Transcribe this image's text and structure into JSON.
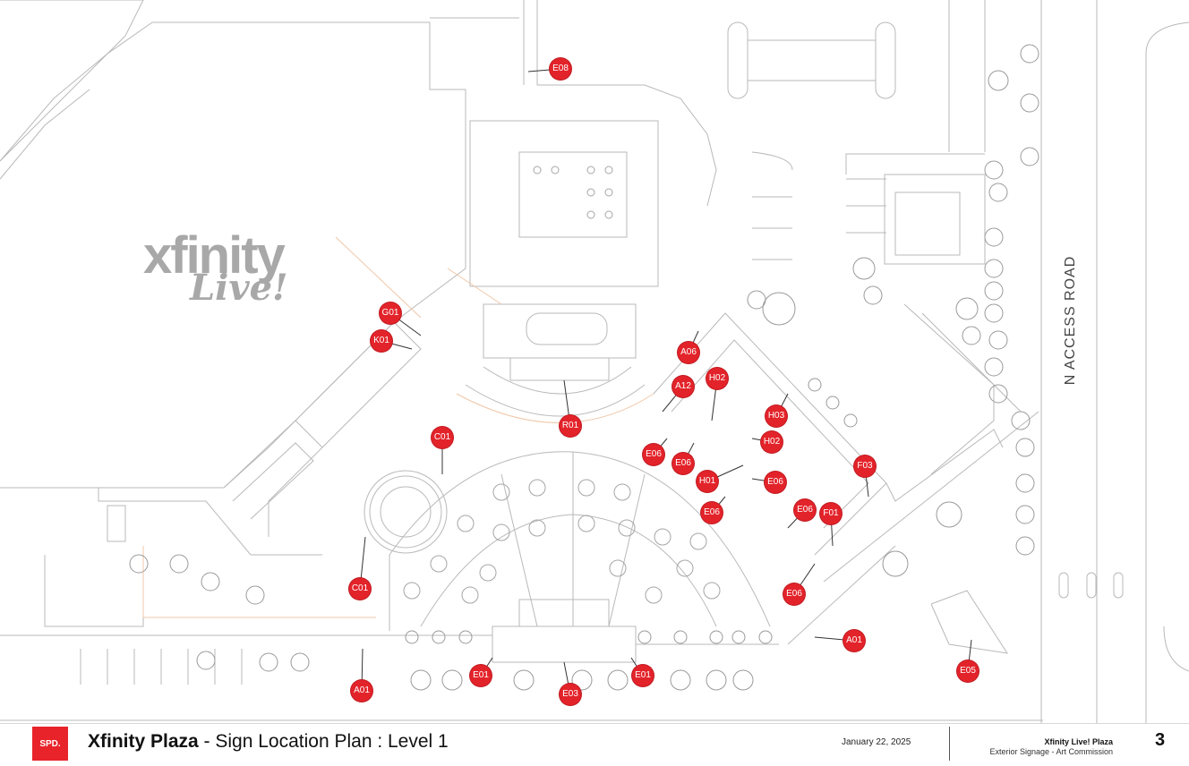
{
  "brand": {
    "line1": "xfinity",
    "line2": "Live!"
  },
  "road_label": "N ACCESS ROAD",
  "markers": [
    "E08",
    "G01",
    "K01",
    "A06",
    "A12",
    "H02",
    "R01",
    "H03",
    "H02",
    "C01",
    "E06",
    "E06",
    "H01",
    "E06",
    "F03",
    "E06",
    "E06",
    "F01",
    "C01",
    "E06",
    "A01",
    "E05",
    "A01",
    "E01",
    "E01",
    "E03"
  ],
  "title_block": {
    "logo": "SPD.",
    "title_bold": "Xfinity Plaza",
    "title_rest": " - Sign Location Plan : Level 1",
    "date": "January 22, 2025",
    "project": "Xfinity Live! Plaza",
    "subtitle": "Exterior Signage - Art Commission",
    "page_number": "3"
  },
  "colors": {
    "marker": "#e3232a",
    "logo": "#e8232a"
  }
}
